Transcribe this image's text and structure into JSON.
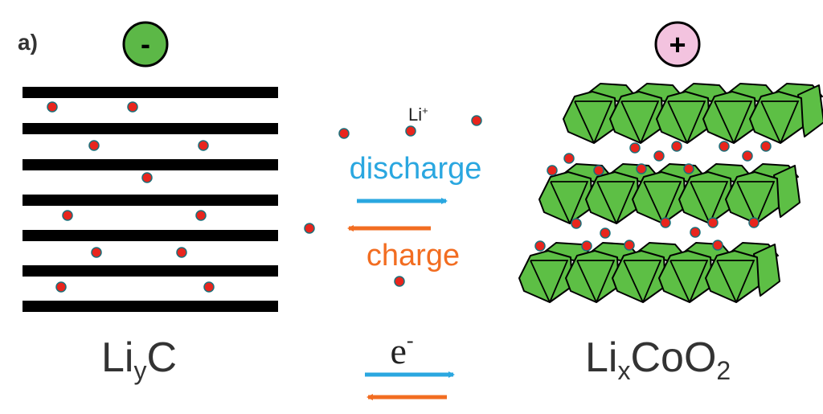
{
  "panel_label": "a)",
  "anode": {
    "sign": "-",
    "formula_main": "Li",
    "formula_sub": "y",
    "formula_tail": "C"
  },
  "cathode": {
    "sign": "+",
    "formula_main": "Li",
    "formula_sub": "x",
    "formula_mid": "CoO",
    "formula_sub2": "2"
  },
  "ion_label": {
    "text": "Li",
    "sup": "+"
  },
  "discharge_label": "discharge",
  "charge_label": "charge",
  "electron_label": {
    "text": "e",
    "sup": "-"
  },
  "colors": {
    "discharge": "#2aa7e0",
    "charge": "#f26d21",
    "anode_circle": "#5cb847",
    "cathode_circle": "#f3c3df",
    "octahedra": "#5dbf45",
    "ion": "#e8251d",
    "graphite": "#000000"
  }
}
